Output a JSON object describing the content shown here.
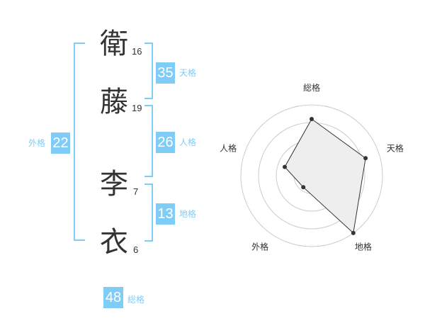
{
  "name": {
    "chars": [
      {
        "char": "衛",
        "strokes": "16"
      },
      {
        "char": "藤",
        "strokes": "19"
      },
      {
        "char": "李",
        "strokes": "7"
      },
      {
        "char": "衣",
        "strokes": "6"
      }
    ]
  },
  "kakusu": {
    "tenkaku": {
      "value": "35",
      "label": "天格"
    },
    "jinkaku": {
      "value": "26",
      "label": "人格"
    },
    "chikaku": {
      "value": "13",
      "label": "地格"
    },
    "gaikaku": {
      "value": "22",
      "label": "外格"
    },
    "soukaku": {
      "value": "48",
      "label": "総格"
    }
  },
  "colors": {
    "accent": "#7fcdf7",
    "text": "#333333",
    "ring": "#cccccc",
    "fill": "#eeeeee"
  },
  "chart_data": {
    "type": "radar",
    "axes": [
      "総格",
      "天格",
      "地格",
      "外格",
      "人格"
    ],
    "values": [
      0.8,
      0.8,
      1.0,
      0.2,
      0.4
    ],
    "rings": 4,
    "scale_max": 1.0
  }
}
